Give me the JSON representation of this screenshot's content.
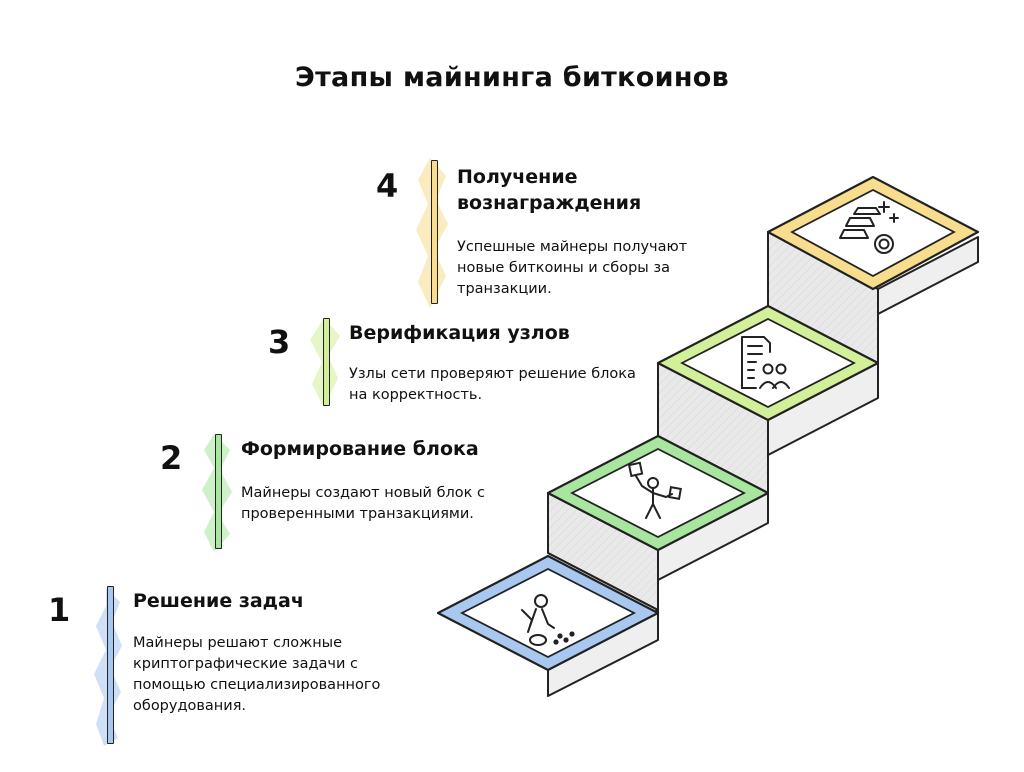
{
  "title": "Этапы майнинга биткоинов",
  "stages": [
    {
      "number": "1",
      "title": "Решение задач",
      "description": "Майнеры решают сложные криптографические задачи с помощью специализированного оборудования.",
      "color": "#a8c8f0",
      "icon": "miner-digging-icon"
    },
    {
      "number": "2",
      "title": "Формирование блока",
      "description": "Майнеры создают новый блок с проверенными транзакциями.",
      "color": "#a8e6a0",
      "icon": "person-juggling-blocks-icon"
    },
    {
      "number": "3",
      "title": "Верификация узлов",
      "description": "Узлы сети проверяют решение блока на корректность.",
      "color": "#d2ef9a",
      "icon": "document-users-icon"
    },
    {
      "number": "4",
      "title": "Получение вознаграждения",
      "description": "Успешные майнеры получают новые биткоины и сборы за транзакции.",
      "color": "#f8dd8e",
      "icon": "gold-bars-coin-icon"
    }
  ]
}
